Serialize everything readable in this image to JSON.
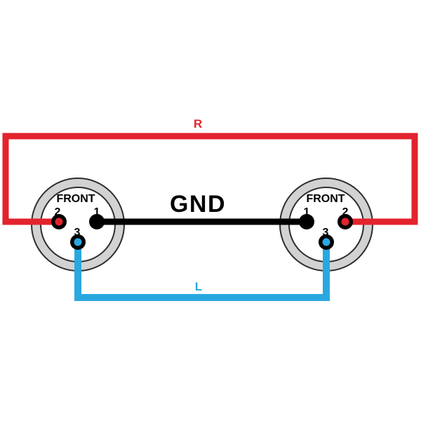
{
  "colors": {
    "right_channel": "#e3232d",
    "left_channel": "#29a8e0",
    "ground": "#000000",
    "text": "#000000",
    "ring_fill": "#d2d2d2",
    "face_fill": "#ffffff",
    "outline": "#2e2e2e",
    "pin": "#000000",
    "background": "#ffffff"
  },
  "wires": {
    "right": {
      "label": "R"
    },
    "ground": {
      "label": "GND"
    },
    "left": {
      "label": "L"
    }
  },
  "connectors": {
    "left": {
      "label": "FRONT",
      "pin1": "1",
      "pin2": "2",
      "pin3": "3"
    },
    "right": {
      "label": "FRONT",
      "pin1": "1",
      "pin2": "2",
      "pin3": "3"
    }
  }
}
